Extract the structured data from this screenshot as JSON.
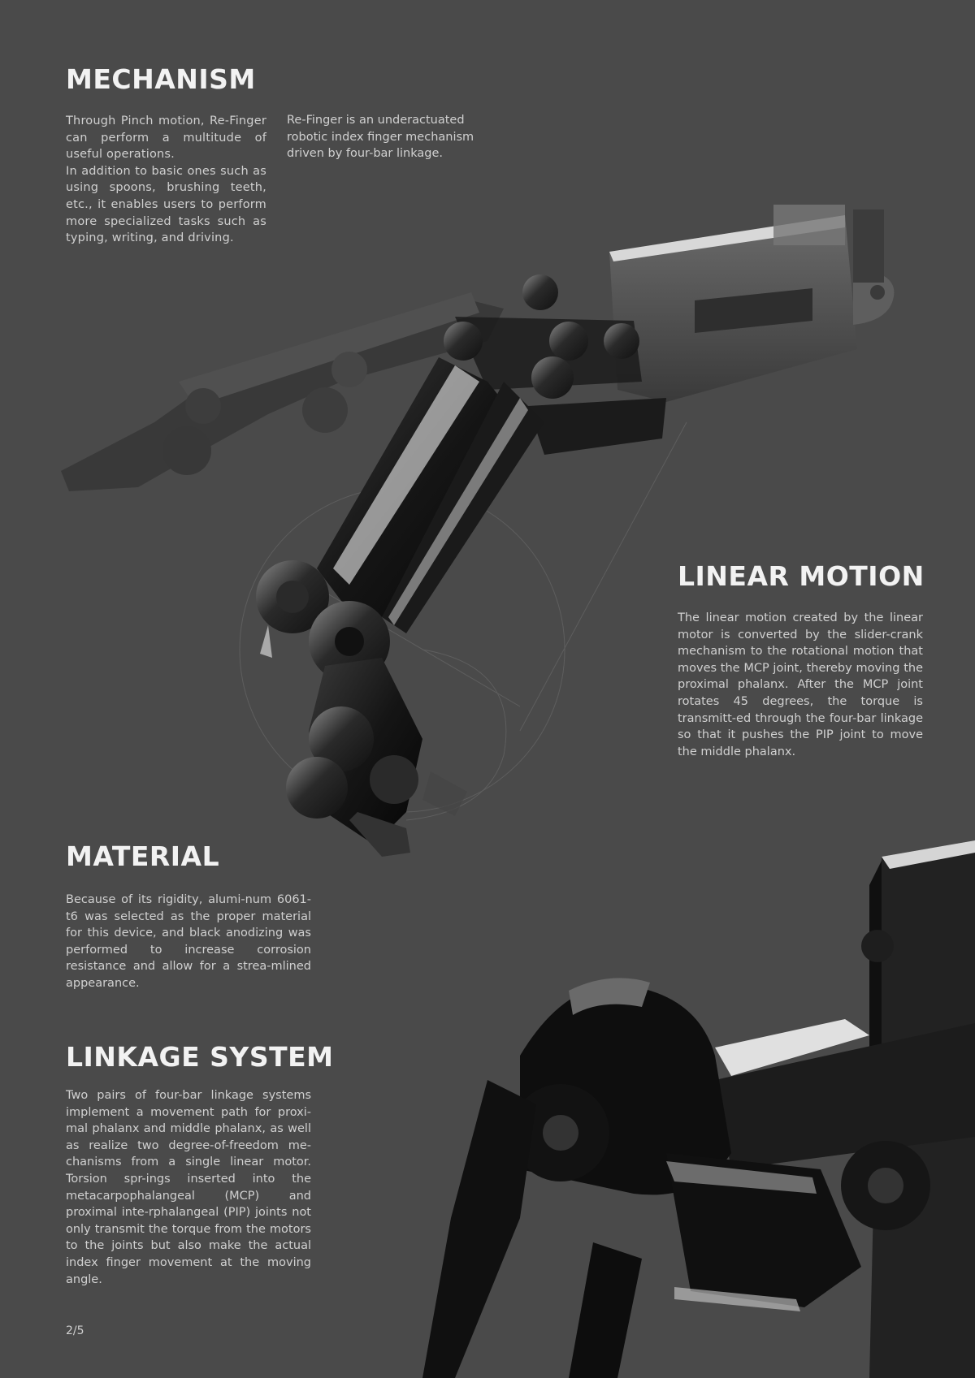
{
  "mechanism": {
    "title": "MECHANISM",
    "col1": [
      "Through Pinch motion, Re-Finger can perform a multitude of useful operations.",
      "In addition to basic ones such as using spoons, brushing teeth, etc., it enables users to perform more specialized tasks such as typing, writing, and driving."
    ],
    "col2": "Re-Finger is an underactuated robotic index finger mechanism driven by four-bar linkage."
  },
  "linear_motion": {
    "title": "LINEAR MOTION",
    "text": " The linear motion created by the linear motor is converted by the slider-crank mechanism to the rotational motion that moves the MCP joint, thereby moving the proximal phalanx.    After the MCP joint rotates 45 degrees, the torque is transmitt-ed through the four-bar linkage so that it pushes the PIP joint to move the middle phalanx."
  },
  "material": {
    "title": "MATERIAL",
    "text": " Because of its rigidity, alumi-num 6061-t6 was selected as the proper material for this device, and black anodizing was performed to increase corrosion resistance and allow for a strea-mlined appearance."
  },
  "linkage": {
    "title": "LINKAGE SYSTEM",
    "text": " Two pairs of four-bar linkage systems implement a movement path for proxi-mal phalanx and middle phalanx, as well as realize two degree-of-freedom me-chanisms from a single linear motor. Torsion spr-ings inserted into the metacarpophalangeal (MCP) and proximal inte-rphalangeal (PIP) joints not only transmit the torque from the motors to the joints but also make the actual index finger movement at the moving angle."
  },
  "page_number": "2/5",
  "colors": {
    "background": "#4a4a4a",
    "title": "#f2f2f2",
    "body": "#d0d0d0"
  }
}
